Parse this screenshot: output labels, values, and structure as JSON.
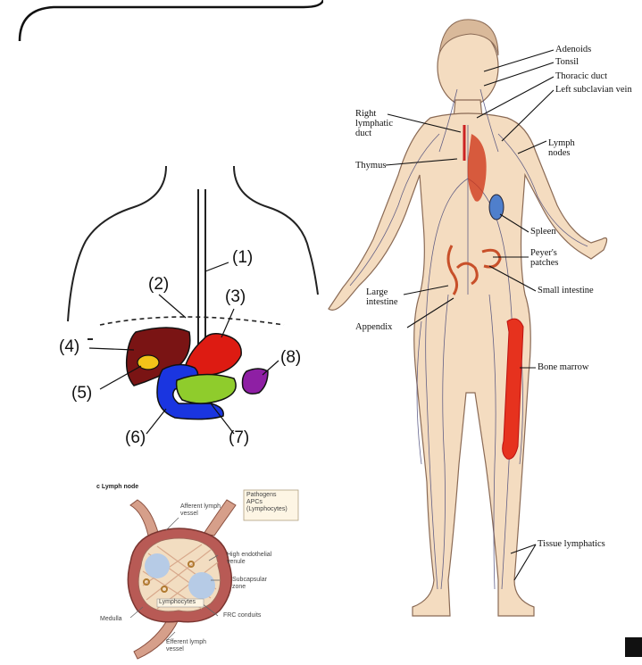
{
  "abdomen_labels": [
    "(1)",
    "(2)",
    "(3)",
    "(4)",
    "(5)",
    "(6)",
    "(7)",
    "(8)"
  ],
  "lymphatic_labels": {
    "adenoids": "Adenoids",
    "tonsil": "Tonsil",
    "thoracic_duct": "Thoracic duct",
    "left_subclavian_vein": "Left subclavian vein",
    "right_lymphatic_duct": [
      "Right",
      "lymphatic",
      "duct"
    ],
    "thymus": "Thymus",
    "lymph_nodes": [
      "Lymph",
      "nodes"
    ],
    "spleen": "Spleen",
    "peyers_patches": [
      "Peyer's",
      "patches"
    ],
    "small_intestine": "Small intestine",
    "large_intestine": [
      "Large",
      "intestine"
    ],
    "appendix": "Appendix",
    "bone_marrow": "Bone marrow",
    "tissue_lymphatics": "Tissue lymphatics"
  },
  "lymph_node": {
    "title": "c  Lymph node",
    "afferent": [
      "Afferent lymph",
      "vessel"
    ],
    "pathogens": [
      "Pathogens",
      "APCs",
      "(Lymphocytes)"
    ],
    "hev": [
      "High endothelial",
      "venule"
    ],
    "subcapsular": [
      "Subcapsular",
      "zone"
    ],
    "lymphocytes": "Lymphocytes",
    "frc": "FRC conduits",
    "medulla": "Medulla",
    "efferent": [
      "Efferent lymph",
      "vessel"
    ]
  },
  "colors": {
    "liver": "#7a1414",
    "gallbladder": "#f2c419",
    "stomach": "#dd1b12",
    "duodenum": "#1a35e0",
    "pancreas": "#8fcc2c",
    "spleen": "#8e1fa4",
    "skin": "#f4dcc0",
    "bone_marrow": "#e6321e",
    "node_capsule": "#b85a55",
    "node_cortex": "#f2ddc1",
    "follicle": "#b6cbe6"
  }
}
